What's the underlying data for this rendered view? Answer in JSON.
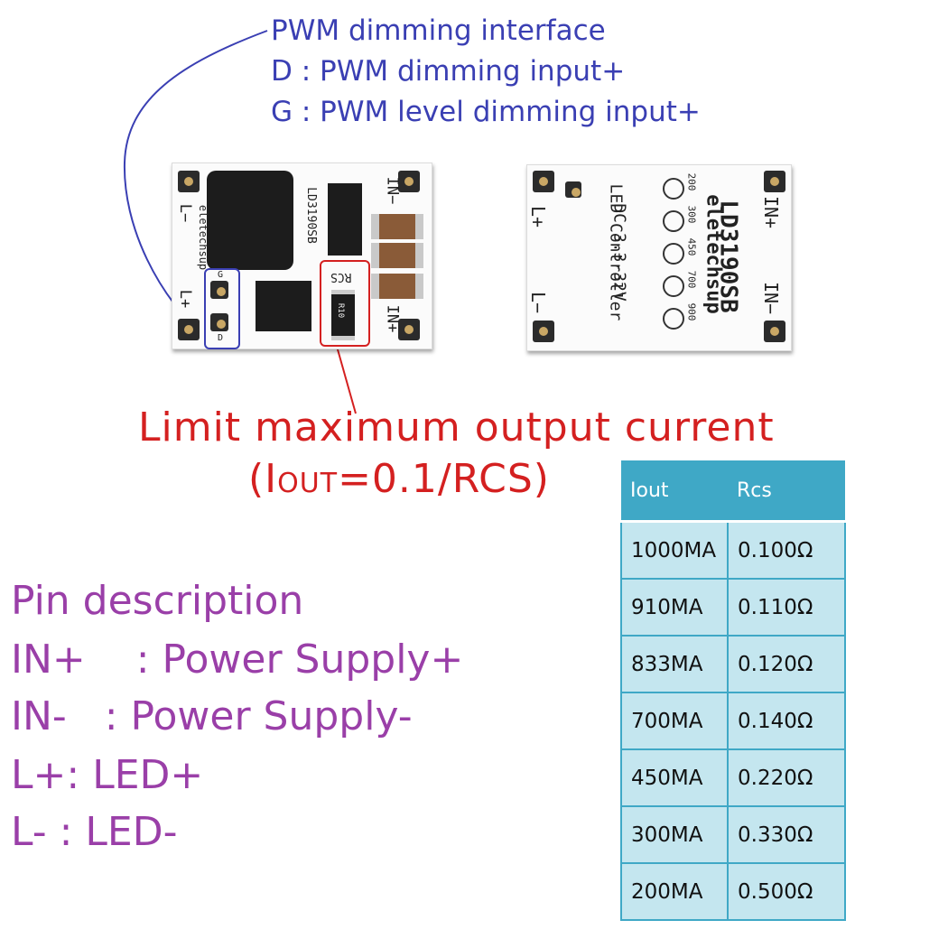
{
  "pwm": {
    "title": "PWM dimming interface",
    "d_line": "D : PWM dimming input+",
    "g_line": "G : PWM level dimming input+"
  },
  "limit": {
    "title": "Limit maximum output current",
    "formula_open": "(I",
    "formula_sub": "OUT",
    "formula_rest": "=0.1/RCS)"
  },
  "pins": {
    "title": "Pin description",
    "items": [
      "IN+    : Power Supply+",
      "IN-   : Power Supply-",
      "L+: LED+",
      "L- : LED-"
    ]
  },
  "table": {
    "headers": [
      "Iout",
      "Rcs"
    ],
    "rows": [
      [
        "1000MA",
        "0.100Ω"
      ],
      [
        "910MA",
        "0.110Ω"
      ],
      [
        "833MA",
        "0.120Ω"
      ],
      [
        "700MA",
        "0.140Ω"
      ],
      [
        "450MA",
        "0.220Ω"
      ],
      [
        "300MA",
        "0.330Ω"
      ],
      [
        "200MA",
        "0.500Ω"
      ]
    ]
  },
  "board_front": {
    "label_in_minus": "IN−",
    "label_in_plus": "IN+",
    "label_l_minus": "L−",
    "label_l_plus": "L+",
    "model": "LD3190SB",
    "brand": "eletechsup",
    "rcs": "RCS",
    "resistor": "R10",
    "pad_g": "G",
    "pad_d": "D"
  },
  "board_back": {
    "model": "LD3190SB",
    "brand": "eletechsup",
    "desc1": "DC 3.3-32V",
    "desc2": "LED Controller",
    "currents": [
      "200",
      "300",
      "450",
      "700",
      "900"
    ],
    "label_in_plus": "IN+",
    "label_in_minus": "IN−",
    "label_l_plus": "L+",
    "label_l_minus": "L−"
  },
  "colors": {
    "pwm_text": "#3a3fb3",
    "limit_text": "#d42020",
    "pin_text": "#9a3fa8",
    "table_header": "#3fa8c6",
    "table_cell": "#c4e6ef"
  }
}
